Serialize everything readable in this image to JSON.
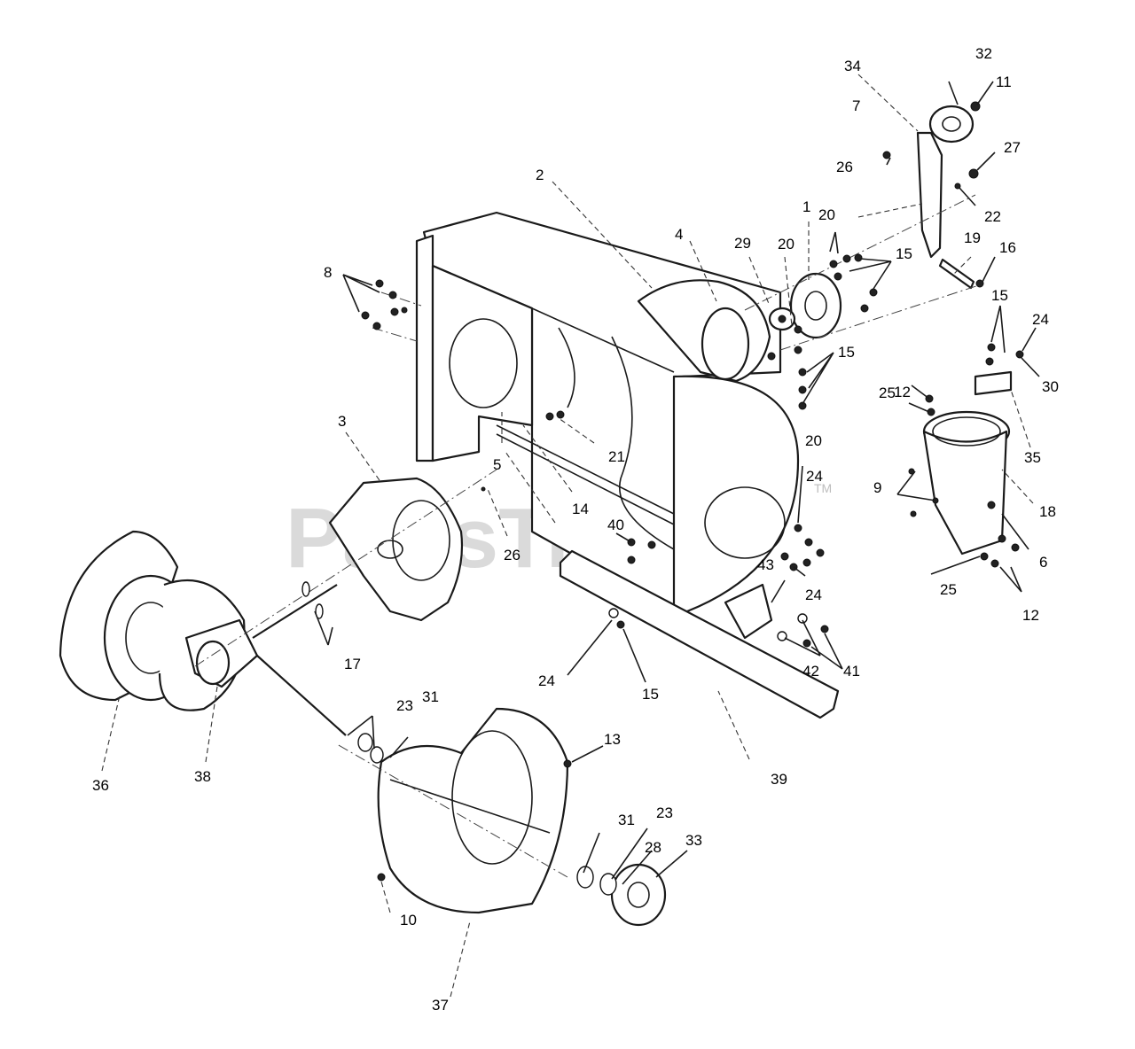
{
  "watermark": {
    "text": "PartsTree",
    "trademark": "TM"
  },
  "callouts": {
    "c1": "1",
    "c2": "2",
    "c3": "3",
    "c4": "4",
    "c5": "5",
    "c6": "6",
    "c7": "7",
    "c8": "8",
    "c9": "9",
    "c10": "10",
    "c11": "11",
    "c12a": "12",
    "c12b": "12",
    "c13": "13",
    "c14": "14",
    "c15a": "15",
    "c15b": "15",
    "c15c": "15",
    "c15d": "15",
    "c16": "16",
    "c17": "17",
    "c18": "18",
    "c19": "19",
    "c20a": "20",
    "c20b": "20",
    "c20c": "20",
    "c21": "21",
    "c22": "22",
    "c23a": "23",
    "c23b": "23",
    "c24a": "24",
    "c24b": "24",
    "c24c": "24",
    "c24d": "24",
    "c25a": "25",
    "c25b": "25",
    "c26a": "26",
    "c26b": "26",
    "c27": "27",
    "c28": "28",
    "c29": "29",
    "c30": "30",
    "c31a": "31",
    "c31b": "31",
    "c32": "32",
    "c33": "33",
    "c34": "34",
    "c35": "35",
    "c36": "36",
    "c37": "37",
    "c38": "38",
    "c39": "39",
    "c40": "40",
    "c41": "41",
    "c42": "42",
    "c43": "43"
  }
}
